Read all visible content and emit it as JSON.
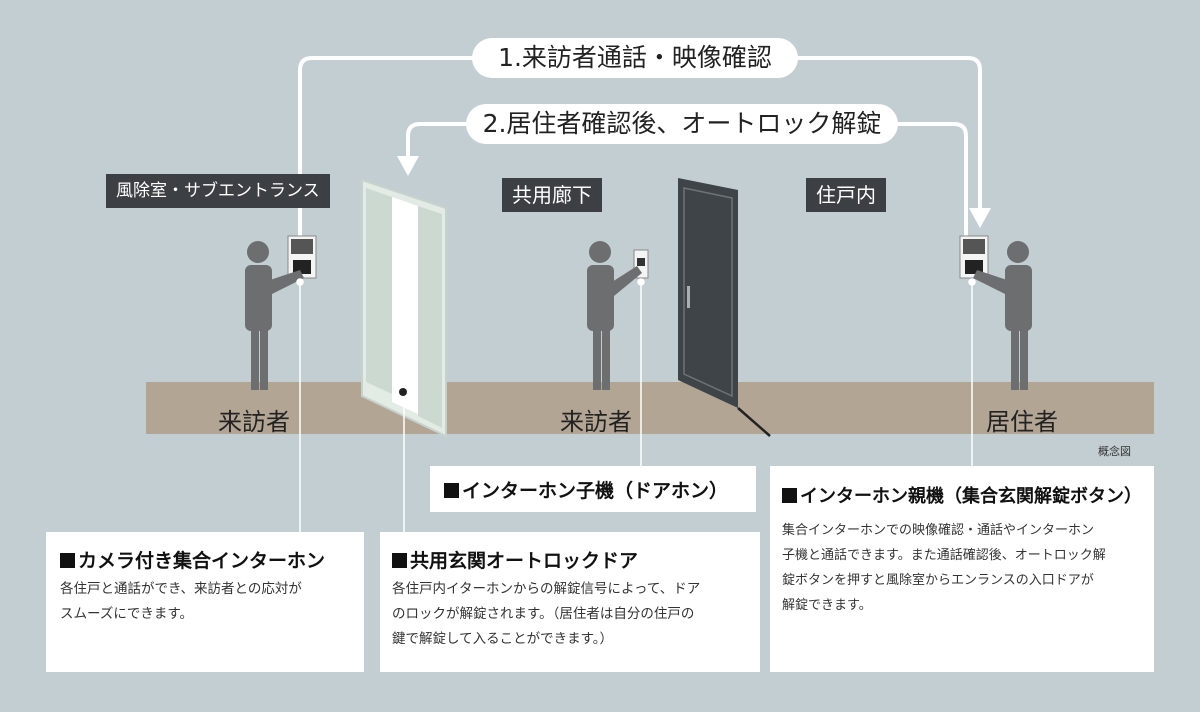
{
  "flows": [
    {
      "label": "1.来訪者通話・映像確認"
    },
    {
      "label": "2.居住者確認後、オートロック解錠"
    }
  ],
  "zones": {
    "vestibule": "風除室・サブエントランス",
    "corridor": "共用廊下",
    "unit": "住戸内"
  },
  "people": {
    "visitor_entrance": "来訪者",
    "visitor_corridor": "来訪者",
    "resident": "居住者"
  },
  "note": "概念図",
  "cards": {
    "camera_intercom": {
      "title": "カメラ付き集合インターホン",
      "body": [
        "各住戸と通話ができ、来訪者との応対が",
        "スムーズにできます。"
      ]
    },
    "auto_lock_door": {
      "title": "共用玄関オートロックドア",
      "body": [
        "各住戸内イターホンからの解錠信号によって、ドア",
        "のロックが解錠されます。（居住者は自分の住戸の",
        "鍵で解錠して入ることができます。）"
      ]
    },
    "sub_intercom": {
      "title": "インターホン子機（ドアホン）"
    },
    "master_intercom": {
      "title": "インターホン親機（集合玄関解錠ボタン）",
      "body": [
        "集合インターホンでの映像確認・通話やインターホン",
        "子機と通話できます。また通話確認後、オートロック解",
        "錠ボタンを押すと風除室からエンランスの入口ドアが",
        "解錠できます。"
      ]
    }
  },
  "colors": {
    "background": "#c3ced3",
    "floor": "#b3a594",
    "figure": "#6d6e70",
    "dark_label": "#3c3f44",
    "door_dark": "#3e4448",
    "glass": "#d9e4dd",
    "connector": "#ffffff"
  }
}
